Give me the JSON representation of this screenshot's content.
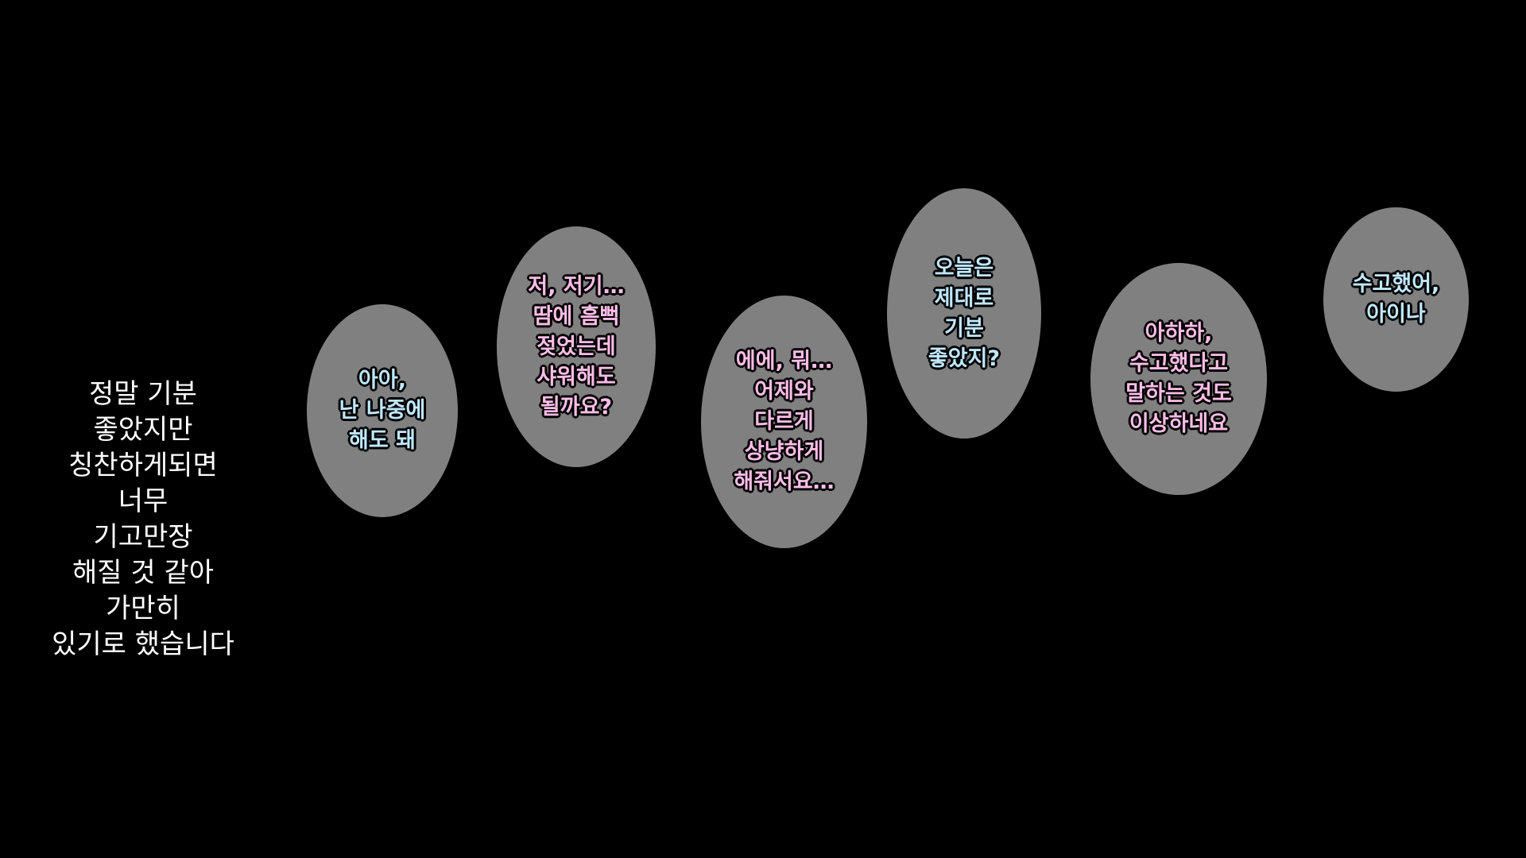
{
  "narration": {
    "lines": [
      "정말 기분",
      "좋았지만",
      "칭찬하게되면",
      "너무",
      "기고만장",
      "해질 것 같아",
      "가만히",
      "있기로 했습니다"
    ]
  },
  "colors": {
    "background": "#000000",
    "bubble_fill": "#808080",
    "narration_text": "#ffffff",
    "speaker_blue": "#bfe8ff",
    "speaker_pink": "#ffbde8"
  },
  "bubbles": [
    {
      "speaker_color": "blue",
      "lines": [
        "아아,",
        "난 나중에",
        "해도 돼"
      ]
    },
    {
      "speaker_color": "pink",
      "lines": [
        "저, 저기…",
        "땀에 흠뻑",
        "젖었는데",
        "샤워해도",
        "될까요?"
      ]
    },
    {
      "speaker_color": "pink",
      "lines": [
        "에에, 뭐…",
        "어제와",
        "다르게",
        "상냥하게",
        "해줘서요…"
      ]
    },
    {
      "speaker_color": "blue",
      "lines": [
        "오늘은",
        "제대로",
        "기분",
        "좋았지?"
      ]
    },
    {
      "speaker_color": "pink",
      "lines": [
        "아하하,",
        "수고했다고",
        "말하는 것도",
        "이상하네요"
      ]
    },
    {
      "speaker_color": "blue",
      "lines": [
        "수고했어,",
        "아이나"
      ]
    }
  ]
}
